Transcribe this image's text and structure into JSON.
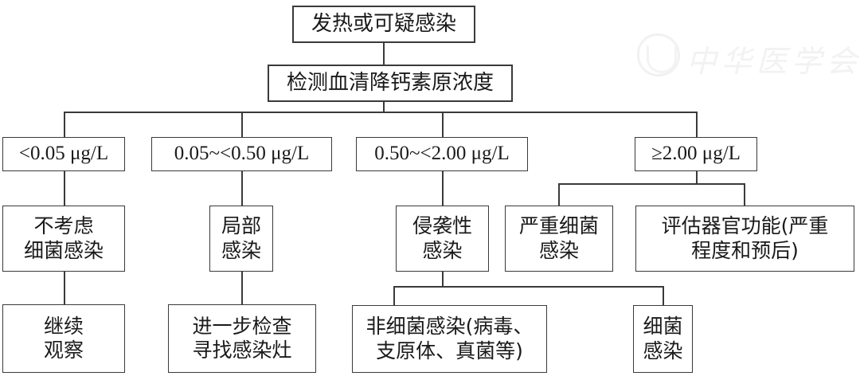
{
  "figure": {
    "type": "flowchart",
    "title_text": "发热或可疑感染",
    "watermark": {
      "text": "中华医学会",
      "logo": "circular-seal-icon",
      "color": "#f2f2f2"
    },
    "line_color": "#3a3a3a",
    "background": "#ffffff"
  },
  "nodes": {
    "root": {
      "label": "发热或可疑感染"
    },
    "test": {
      "label": "检测血清降钙素原浓度"
    },
    "thresholds": [
      {
        "label": "<0.05 μg/L"
      },
      {
        "label": "0.05~<0.50 μg/L"
      },
      {
        "label": "0.50~<2.00 μg/L"
      },
      {
        "label": "≥2.00 μg/L"
      }
    ],
    "level3": [
      {
        "label": "不考虑\n细菌感染"
      },
      {
        "label": "局部\n感染"
      },
      {
        "label": "侵袭性\n感染"
      },
      {
        "label": "严重细菌\n感染"
      },
      {
        "label": "评估器官功能(严重\n程度和预后)"
      }
    ],
    "level4": [
      {
        "label": "继续\n观察"
      },
      {
        "label": "进一步检查\n寻找感染灶"
      },
      {
        "label": "非细菌感染(病毒、\n支原体、真菌等)"
      },
      {
        "label": "细菌\n感染"
      }
    ]
  }
}
